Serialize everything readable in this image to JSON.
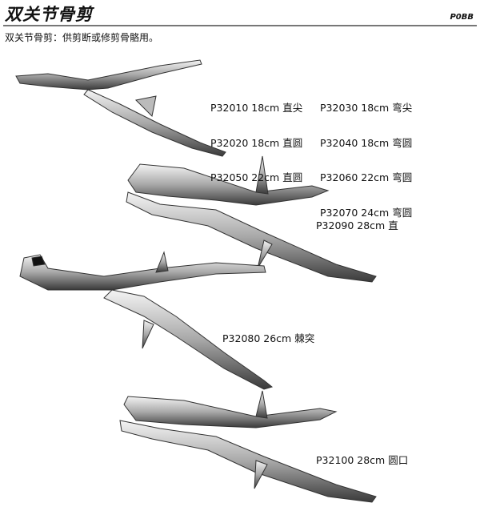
{
  "header": {
    "title": "双关节骨剪",
    "page_code": "P0BB"
  },
  "description": "双关节骨剪：供剪断或修剪骨骼用。",
  "products": {
    "group1_left": [
      "P32010 18cm 直尖",
      "P32020 18cm 直圆",
      "P32050 22cm 直圆"
    ],
    "group1_right": [
      "P32030 18cm 弯尖",
      "P32040 18cm 弯圆",
      "P32060 22cm 弯圆",
      "P32070 24cm 弯圆"
    ],
    "item2": "P32090 28cm 直",
    "item3": "P32080 26cm 棘突",
    "item4": "P32100 28cm 圆口"
  }
}
